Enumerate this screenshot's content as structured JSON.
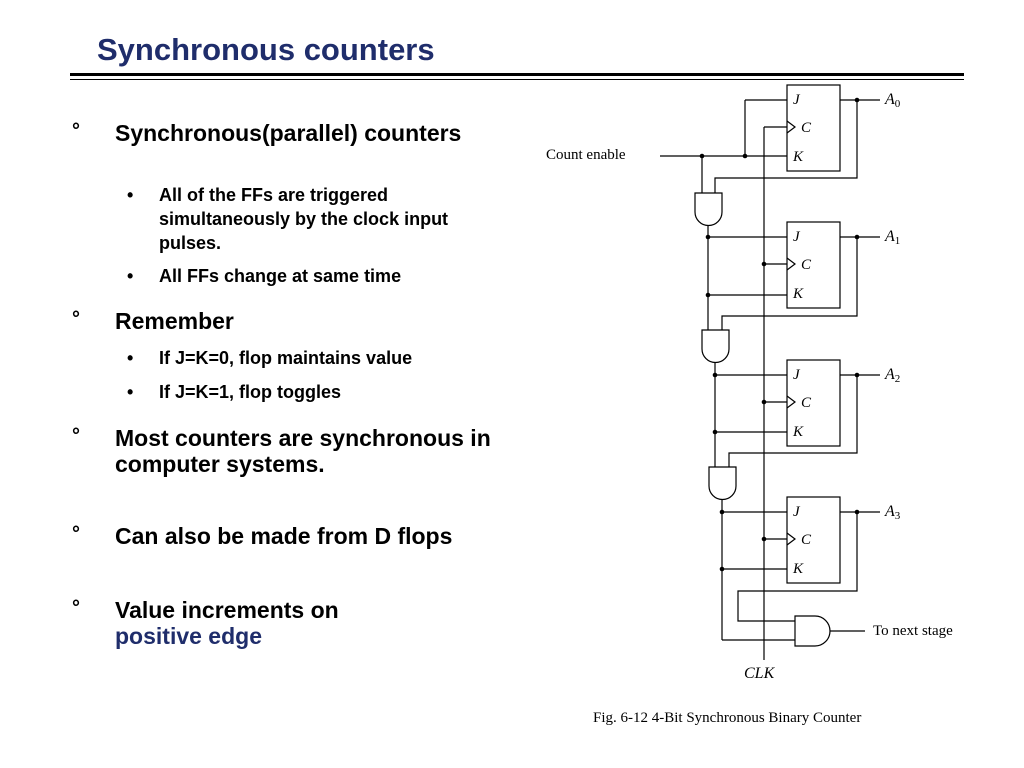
{
  "slide": {
    "title": "Synchronous counters",
    "bullets": [
      {
        "marker": "°",
        "text": "Synchronous(parallel) counters",
        "sub": [
          {
            "marker": "•",
            "text": "All of the FFs are triggered simultaneously by the clock input pulses."
          },
          {
            "marker": "•",
            "text": "All FFs change at same time"
          }
        ]
      },
      {
        "marker": "°",
        "text": "Remember",
        "sub": [
          {
            "marker": "•",
            "text": "If J=K=0, flop maintains value"
          },
          {
            "marker": "•",
            "text": "If J=K=1, flop toggles"
          }
        ]
      },
      {
        "marker": "°",
        "text": "Most counters are synchronous in computer systems."
      },
      {
        "marker": "°",
        "text": "Can also be made from D flops"
      },
      {
        "marker": "°",
        "text": "Value increments on",
        "highlight": "positive edge"
      }
    ],
    "accent_color": "#1f2d6b"
  },
  "figure": {
    "count_enable_label": "Count enable",
    "clk_label": "CLK",
    "next_stage_label": "To next stage",
    "caption": "Fig. 6-12  4-Bit Synchronous Binary Counter",
    "flipflops": [
      {
        "j": "J",
        "c": "C",
        "k": "K",
        "output": "A",
        "index": "0"
      },
      {
        "j": "J",
        "c": "C",
        "k": "K",
        "output": "A",
        "index": "1"
      },
      {
        "j": "J",
        "c": "C",
        "k": "K",
        "output": "A",
        "index": "2"
      },
      {
        "j": "J",
        "c": "C",
        "k": "K",
        "output": "A",
        "index": "3"
      }
    ]
  }
}
